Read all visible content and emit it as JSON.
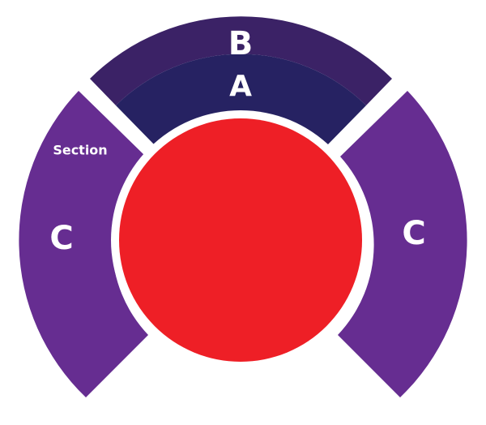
{
  "colors": {
    "background": "#ffffff",
    "stage": "#ee1f26",
    "section_a": "#262262",
    "section_b": "#3b2266",
    "section_c": "#662d91",
    "divider": "#ffffff"
  },
  "sections": {
    "a": {
      "label": "A"
    },
    "b": {
      "label": "B"
    },
    "c_left": {
      "label": "C",
      "caption": "Section"
    },
    "c_right": {
      "label": "C"
    }
  }
}
